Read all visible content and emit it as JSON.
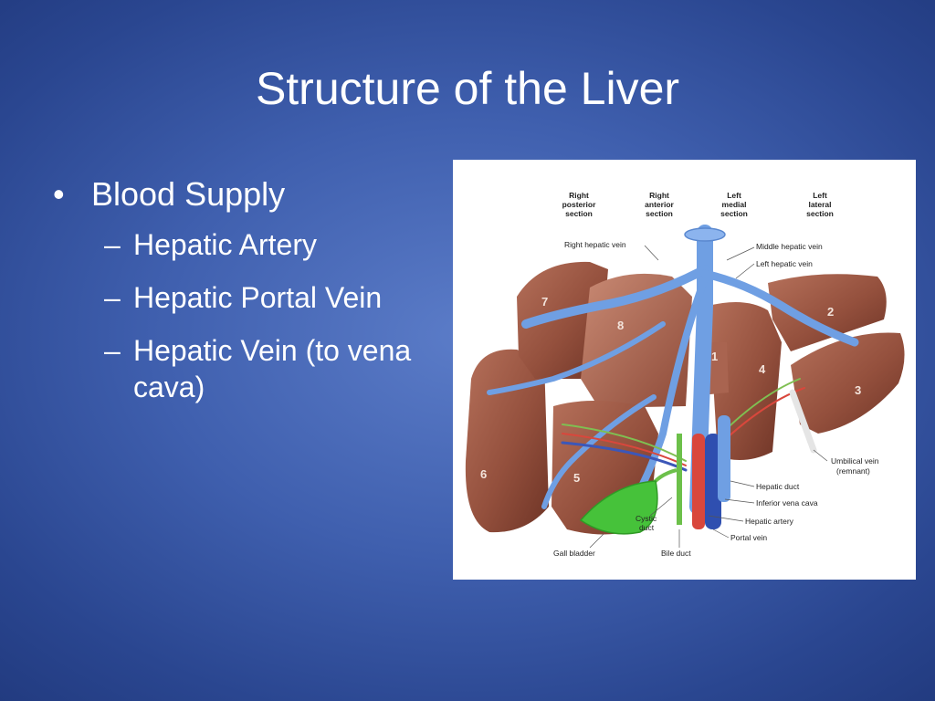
{
  "slide": {
    "title": "Structure of the Liver",
    "bullets": [
      {
        "text": "Blood Supply",
        "children": [
          "Hepatic Artery",
          "Hepatic Portal Vein",
          "Hepatic Vein (to vena cava)"
        ]
      }
    ]
  },
  "figure": {
    "section_headers": [
      [
        "Right",
        "posterior",
        "section"
      ],
      [
        "Right",
        "anterior",
        "section"
      ],
      [
        "Left",
        "medial",
        "section"
      ],
      [
        "Left",
        "lateral",
        "section"
      ]
    ],
    "labels": {
      "right_hepatic_vein": "Right hepatic vein",
      "middle_hepatic_vein": "Middle hepatic vein",
      "left_hepatic_vein": "Left hepatic vein",
      "umbilical_vein": "Umbilical vein",
      "umbilical_vein_note": "(remnant)",
      "hepatic_duct": "Hepatic duct",
      "inferior_vena_cava": "Inferior vena cava",
      "hepatic_artery": "Hepatic artery",
      "portal_vein": "Portal vein",
      "cystic_duct_1": "Cystic",
      "cystic_duct_2": "duct",
      "gall_bladder": "Gall bladder",
      "bile_duct": "Bile duct"
    },
    "segments": [
      "1",
      "2",
      "3",
      "4",
      "5",
      "6",
      "7",
      "8"
    ]
  }
}
